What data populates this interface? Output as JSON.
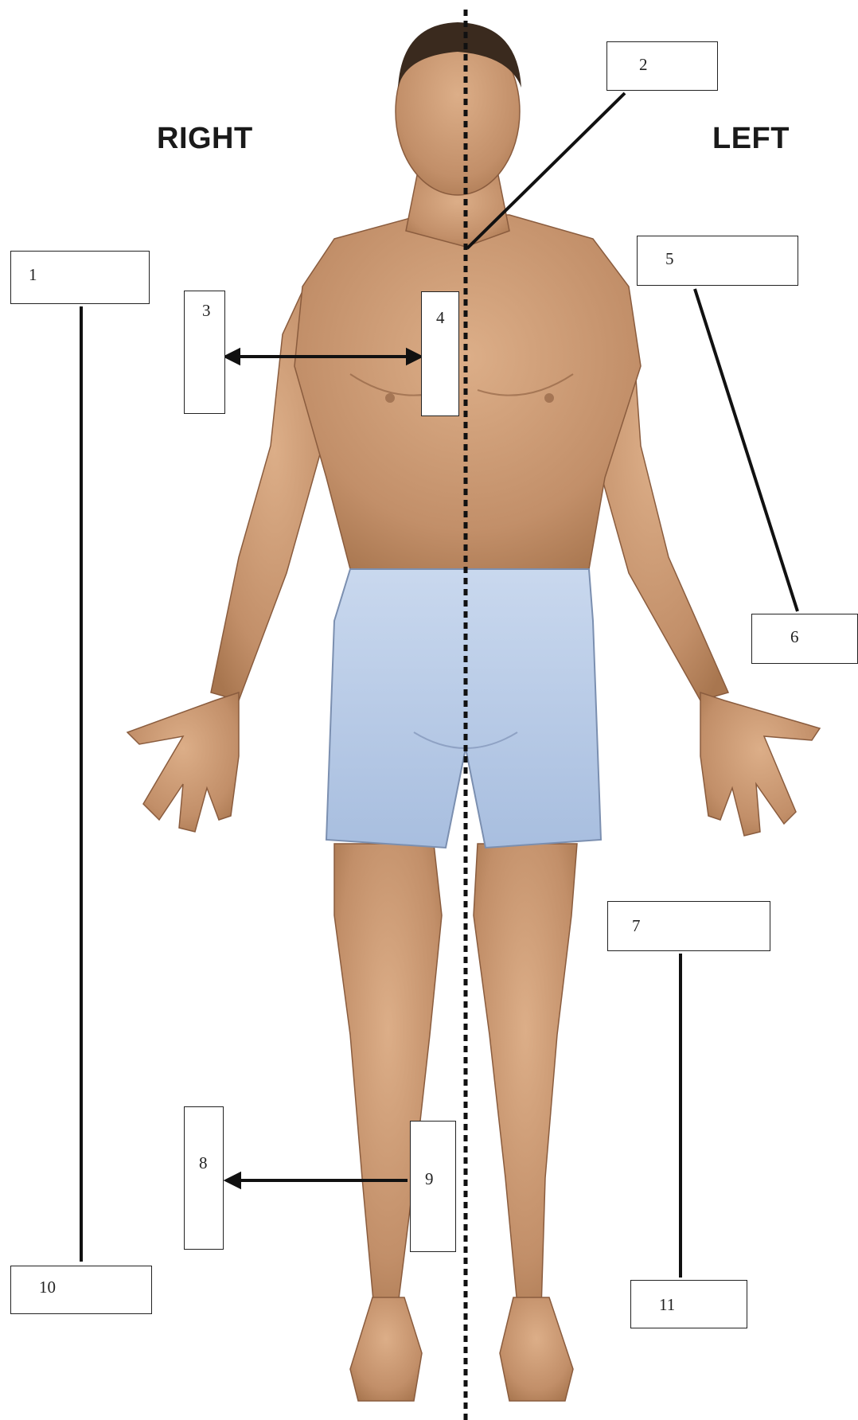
{
  "side_labels": {
    "right": "RIGHT",
    "left": "LEFT"
  },
  "label_boxes": [
    "1",
    "2",
    "3",
    "4",
    "5",
    "6",
    "7",
    "8",
    "9",
    "10",
    "11"
  ],
  "colors": {
    "skin": "#c89872",
    "skin_shadow": "#9c6b4a",
    "shorts": "#b9cbe6",
    "hair": "#3a2a1e",
    "line": "#111111",
    "box_border": "#222222"
  }
}
